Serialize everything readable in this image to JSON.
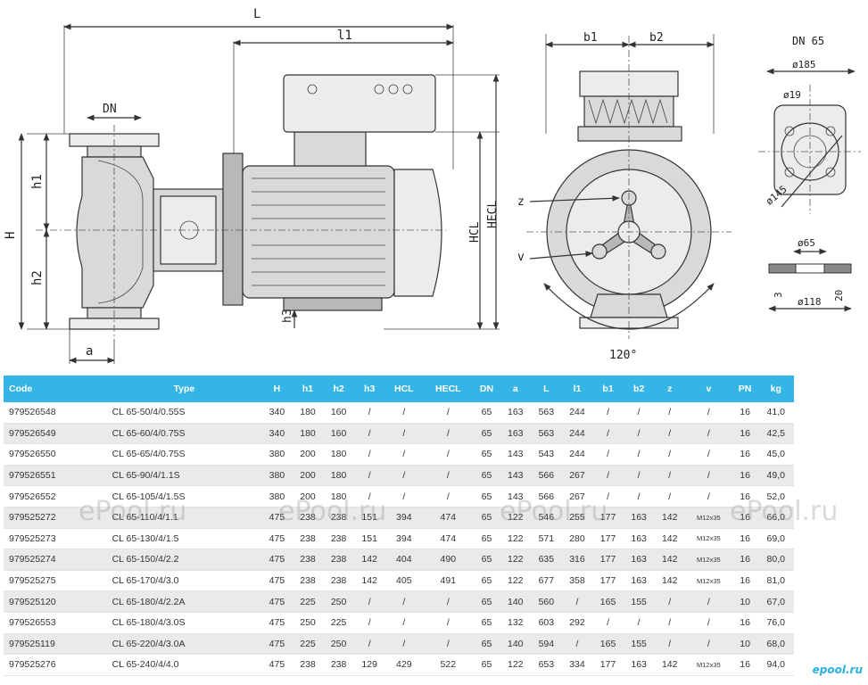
{
  "drawing": {
    "labels": {
      "L": "L",
      "l1": "l1",
      "DN": "DN",
      "h1": "h1",
      "h2": "h2",
      "H": "H",
      "h3": "h3",
      "a": "a",
      "HCL": "HCL",
      "HECL": "HECL",
      "b1": "b1",
      "b2": "b2",
      "z": "z",
      "v": "v",
      "angle": "120°"
    },
    "flange": {
      "title": "DN 65",
      "d185": "ø185",
      "d19": "ø19",
      "d145": "ø145",
      "d65": "ø65",
      "d118": "ø118",
      "t3": "3",
      "t20": "20"
    }
  },
  "table": {
    "headers": [
      "Code",
      "Type",
      "H",
      "h1",
      "h2",
      "h3",
      "HCL",
      "HECL",
      "DN",
      "a",
      "L",
      "l1",
      "b1",
      "b2",
      "z",
      "v",
      "PN",
      "kg"
    ],
    "rows": [
      [
        "979526548",
        "CL 65-50/4/0.55S",
        "340",
        "180",
        "160",
        "/",
        "/",
        "/",
        "65",
        "163",
        "563",
        "244",
        "/",
        "/",
        "/",
        "/",
        "16",
        "41,0"
      ],
      [
        "979526549",
        "CL 65-60/4/0.75S",
        "340",
        "180",
        "160",
        "/",
        "/",
        "/",
        "65",
        "163",
        "563",
        "244",
        "/",
        "/",
        "/",
        "/",
        "16",
        "42,5"
      ],
      [
        "979526550",
        "CL 65-65/4/0.75S",
        "380",
        "200",
        "180",
        "/",
        "/",
        "/",
        "65",
        "143",
        "543",
        "244",
        "/",
        "/",
        "/",
        "/",
        "16",
        "45,0"
      ],
      [
        "979526551",
        "CL 65-90/4/1.1S",
        "380",
        "200",
        "180",
        "/",
        "/",
        "/",
        "65",
        "143",
        "566",
        "267",
        "/",
        "/",
        "/",
        "/",
        "16",
        "49,0"
      ],
      [
        "979526552",
        "CL 65-105/4/1.5S",
        "380",
        "200",
        "180",
        "/",
        "/",
        "/",
        "65",
        "143",
        "566",
        "267",
        "/",
        "/",
        "/",
        "/",
        "16",
        "52,0"
      ],
      [
        "979525272",
        "CL 65-110/4/1.1",
        "475",
        "238",
        "238",
        "151",
        "394",
        "474",
        "65",
        "122",
        "546",
        "255",
        "177",
        "163",
        "142",
        "M12x35",
        "16",
        "66,0"
      ],
      [
        "979525273",
        "CL 65-130/4/1.5",
        "475",
        "238",
        "238",
        "151",
        "394",
        "474",
        "65",
        "122",
        "571",
        "280",
        "177",
        "163",
        "142",
        "M12x35",
        "16",
        "69,0"
      ],
      [
        "979525274",
        "CL 65-150/4/2.2",
        "475",
        "238",
        "238",
        "142",
        "404",
        "490",
        "65",
        "122",
        "635",
        "316",
        "177",
        "163",
        "142",
        "M12x35",
        "16",
        "80,0"
      ],
      [
        "979525275",
        "CL 65-170/4/3.0",
        "475",
        "238",
        "238",
        "142",
        "405",
        "491",
        "65",
        "122",
        "677",
        "358",
        "177",
        "163",
        "142",
        "M12x35",
        "16",
        "81,0"
      ],
      [
        "979525120",
        "CL 65-180/4/2.2A",
        "475",
        "225",
        "250",
        "/",
        "/",
        "/",
        "65",
        "140",
        "560",
        "/",
        "165",
        "155",
        "/",
        "/",
        "10",
        "67,0"
      ],
      [
        "979526553",
        "CL 65-180/4/3.0S",
        "475",
        "250",
        "225",
        "/",
        "/",
        "/",
        "65",
        "132",
        "603",
        "292",
        "/",
        "/",
        "/",
        "/",
        "16",
        "76,0"
      ],
      [
        "979525119",
        "CL 65-220/4/3.0A",
        "475",
        "225",
        "250",
        "/",
        "/",
        "/",
        "65",
        "140",
        "594",
        "/",
        "165",
        "155",
        "/",
        "/",
        "10",
        "68,0"
      ],
      [
        "979525276",
        "CL 65-240/4/4.0",
        "475",
        "238",
        "238",
        "129",
        "429",
        "522",
        "65",
        "122",
        "653",
        "334",
        "177",
        "163",
        "142",
        "M12x35",
        "16",
        "94,0"
      ]
    ]
  },
  "watermark": "ePool.ru",
  "logo": "epool.ru"
}
